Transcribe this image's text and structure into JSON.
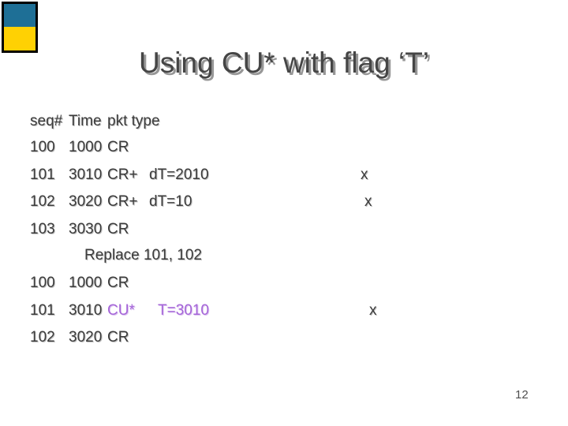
{
  "slide": {
    "title": "Using CU* with flag ‘T’",
    "page_number": "12"
  },
  "logo": {
    "top_square_color": "#1E6F96",
    "bottom_square_color": "#FFD103",
    "border_color": "#000000"
  },
  "colors": {
    "text_gray": "#3B3B3B",
    "title_gray": "#454545",
    "accent_purple": "#A566D8",
    "background": "#FFFFFF"
  },
  "table": {
    "header": {
      "seq": "seq#",
      "time": "Time",
      "pkt": "pkt type"
    },
    "rows_before": [
      {
        "seq": "100",
        "time": "1000",
        "pkt": "CR",
        "note": "",
        "flag": ""
      },
      {
        "seq": "101",
        "time": "3010",
        "pkt": "CR+",
        "note": "dT=2010",
        "flag": "x"
      },
      {
        "seq": "102",
        "time": "3020",
        "pkt": "CR+",
        "note": "dT=10",
        "flag": "x"
      },
      {
        "seq": "103",
        "time": "3030",
        "pkt": "CR",
        "note": "",
        "flag": ""
      }
    ],
    "caption": "Replace 101, 102",
    "rows_after": [
      {
        "seq": "100",
        "time": "1000",
        "pkt": "CR",
        "note": "",
        "flag": ""
      },
      {
        "seq": "101",
        "time": "3010",
        "pkt": "CU*",
        "note": "T=3010",
        "flag": "x"
      },
      {
        "seq": "102",
        "time": "3020",
        "pkt": "CR",
        "note": "",
        "flag": ""
      }
    ]
  }
}
